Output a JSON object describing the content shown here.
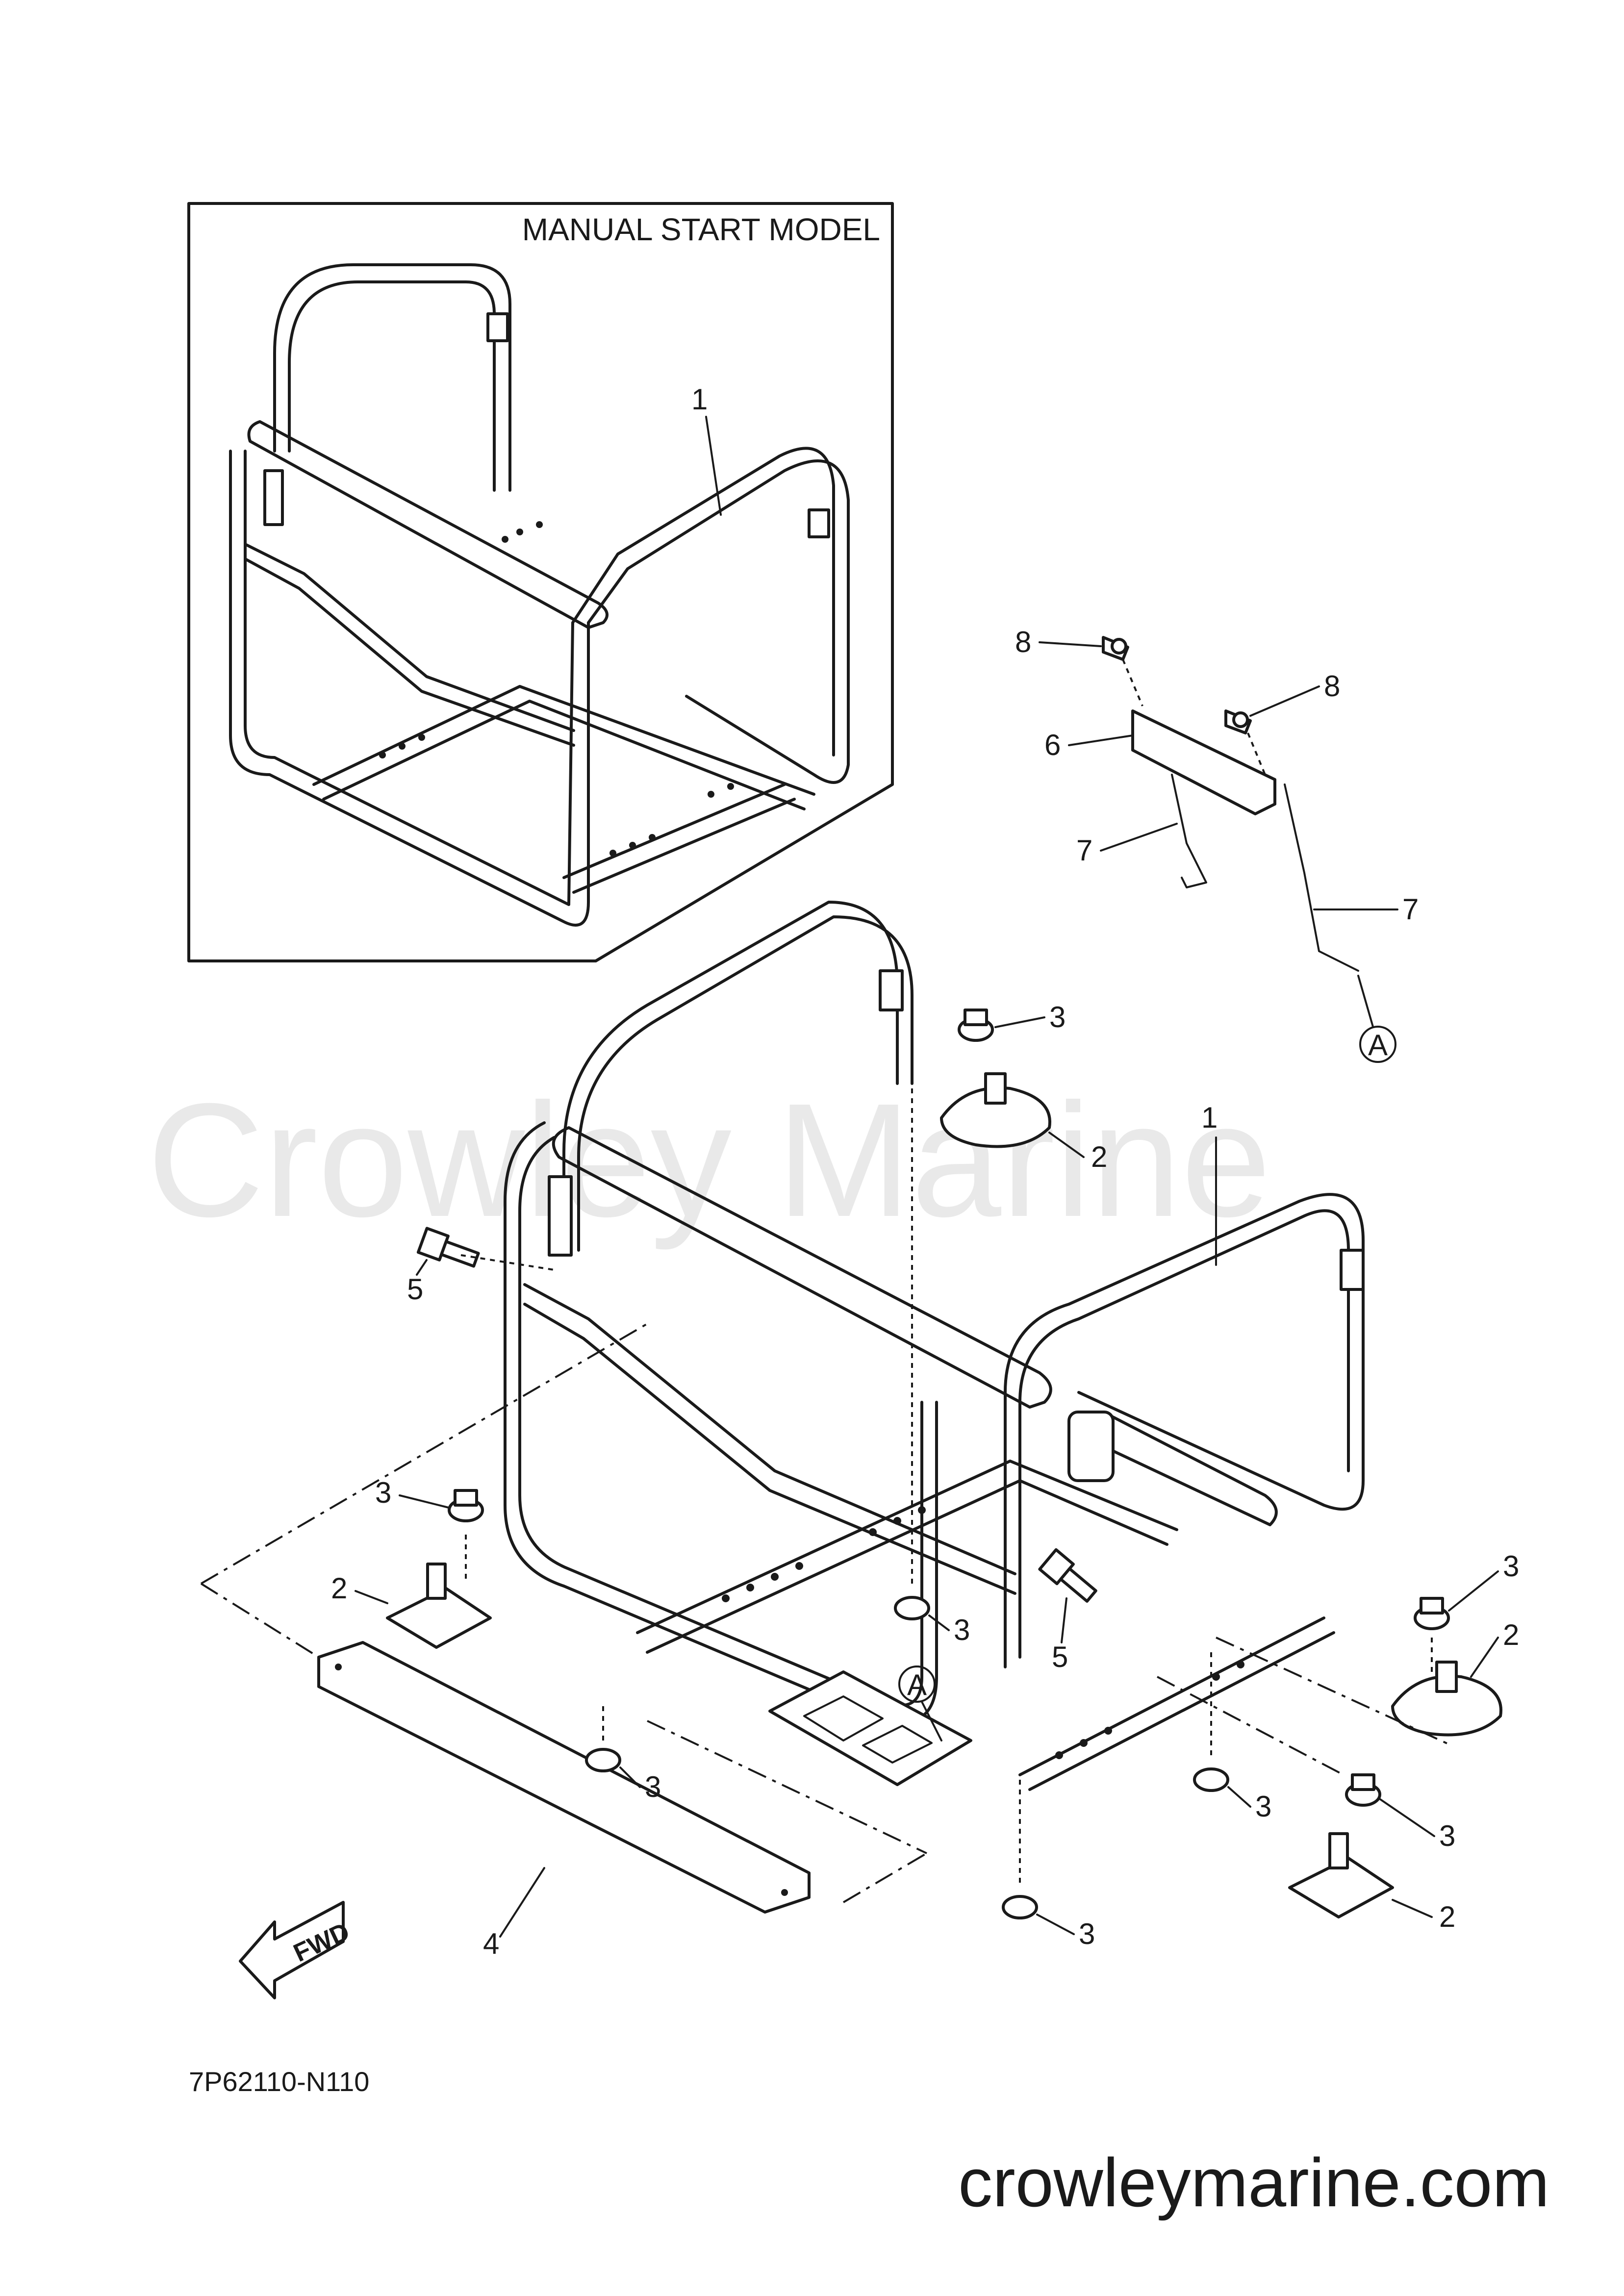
{
  "inset": {
    "title": "MANUAL START MODEL"
  },
  "callouts": {
    "frame": "1",
    "mount": "2",
    "nut": "3",
    "cross_member": "4",
    "bolt": "5",
    "bracket": "6",
    "rod": "7",
    "wing_nut": "8",
    "ref_a": "A"
  },
  "fwd_label": "FWD",
  "diagram_code": "7P62110-N110",
  "watermark": "Crowley Marine",
  "site_url": "crowleymarine.com"
}
